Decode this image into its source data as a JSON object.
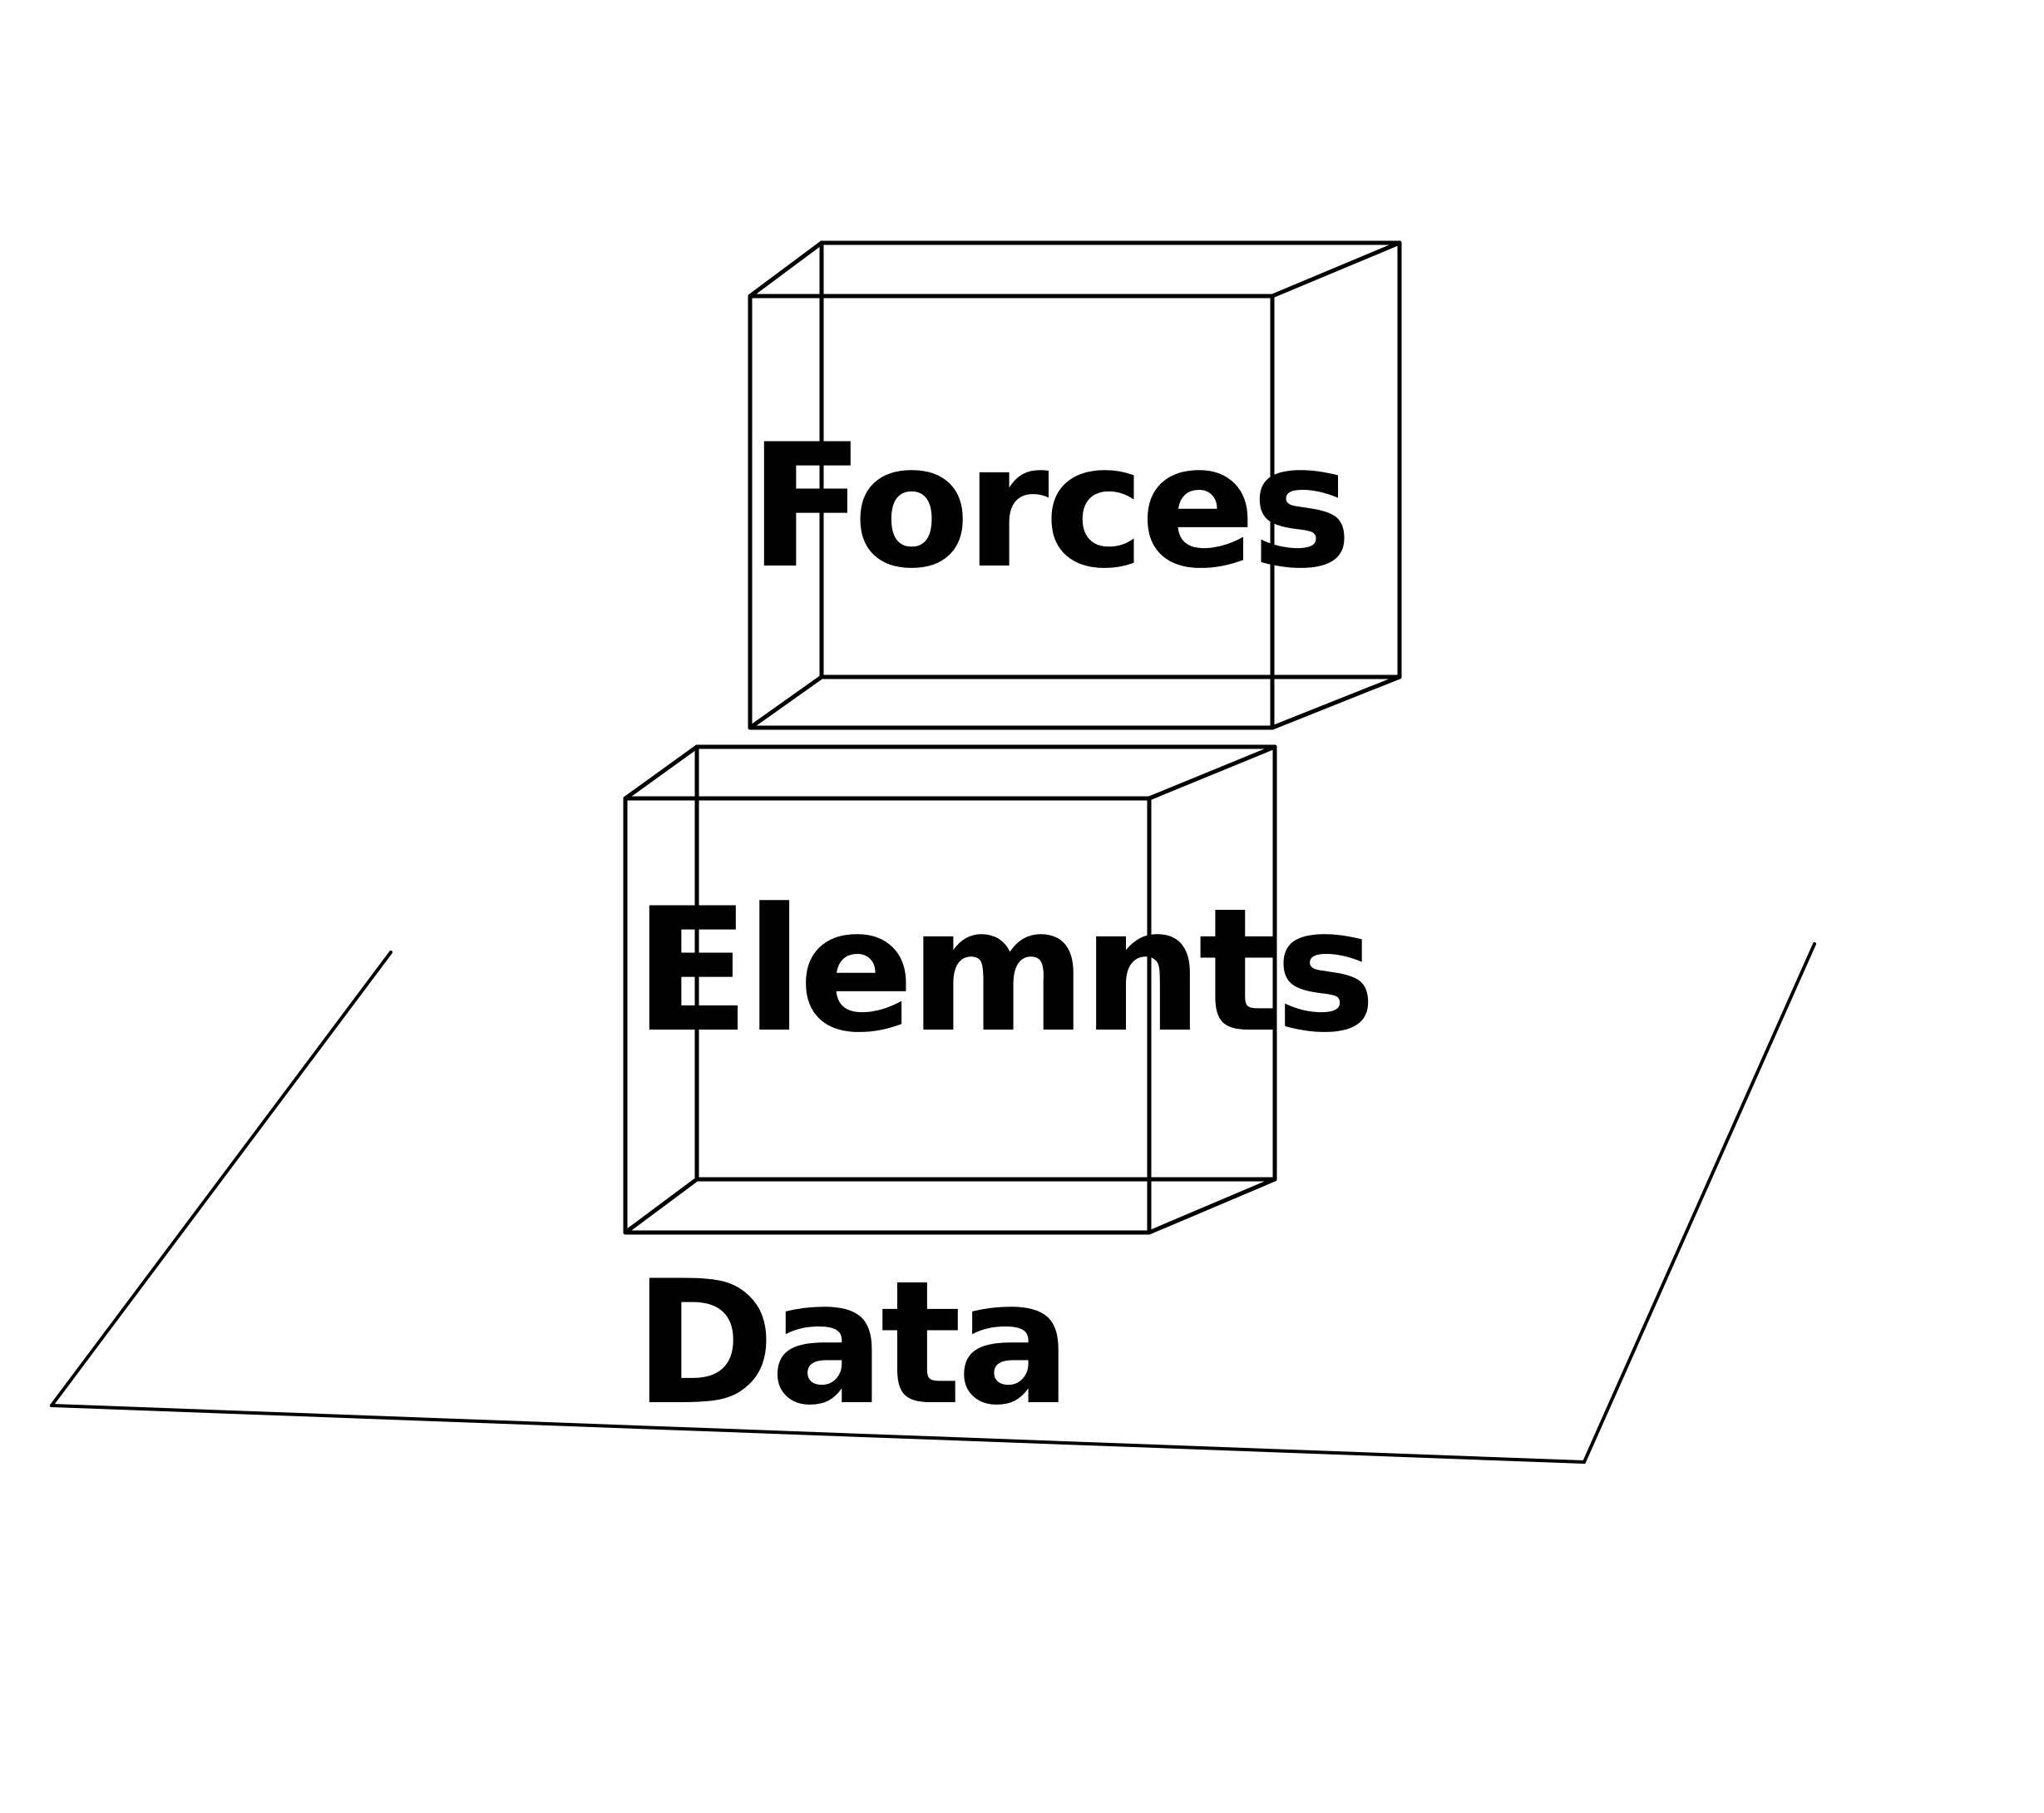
{
  "diagram": {
    "labels": {
      "top_box": "Forces",
      "middle_box": "Elemnts",
      "base_plane": "Data"
    },
    "colors": {
      "line": "#000000",
      "text": "#000000",
      "background": "#ffffff"
    }
  }
}
